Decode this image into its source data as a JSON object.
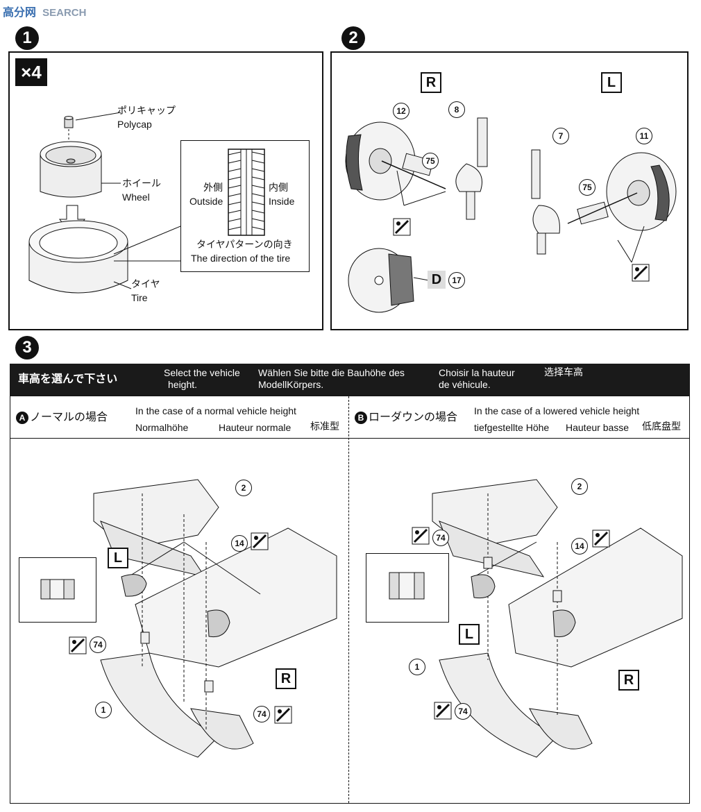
{
  "watermark": {
    "logo_text": "高分网",
    "site": "SEARCH"
  },
  "steps": {
    "s1": "1",
    "s2": "2",
    "s3": "3"
  },
  "step1": {
    "multiplier": "×4",
    "polycap_jp": "ポリキャップ",
    "polycap_en": "Polycap",
    "wheel_jp": "ホイール",
    "wheel_en": "Wheel",
    "tire_jp": "タイヤ",
    "tire_en": "Tire",
    "outside_jp": "外側",
    "outside_en": "Outside",
    "inside_jp": "内側",
    "inside_en": "Inside",
    "direction_jp": "タイヤパターンの向き",
    "direction_en": "The direction of the tire"
  },
  "step2": {
    "right": "R",
    "left": "L",
    "part12": "12",
    "part8": "8",
    "part75a": "75",
    "part7": "7",
    "part11": "11",
    "part75b": "75",
    "part_d": "D",
    "part17": "17"
  },
  "step3": {
    "banner": {
      "jp": "車高を選んで下さい",
      "en1": "Select the vehicle",
      "en2": "height.",
      "de1": "Wählen Sie bitte die Bauhöhe des",
      "de2": "ModellKörpers.",
      "fr1": "Choisir la hauteur",
      "fr2": "de véhicule.",
      "cn": "选择车高"
    },
    "optA": {
      "badge": "A",
      "jp": "ノーマルの場合",
      "en": "In the case of a normal vehicle height",
      "de": "Normalhöhe",
      "fr": "Hauteur normale",
      "cn": "标准型"
    },
    "optB": {
      "badge": "B",
      "jp": "ローダウンの場合",
      "en": "In the case of a lowered vehicle height",
      "de": "tiefgestellte Höhe",
      "fr": "Hauteur basse",
      "cn": "低底盘型"
    },
    "partsA": {
      "p2": "2",
      "p14": "14",
      "p74a": "74",
      "p74b": "74",
      "p1": "1",
      "L": "L",
      "R": "R"
    },
    "partsB": {
      "p2": "2",
      "p14": "14",
      "p74a": "74",
      "p74b": "74",
      "p1": "1",
      "L": "L",
      "R": "R"
    }
  }
}
